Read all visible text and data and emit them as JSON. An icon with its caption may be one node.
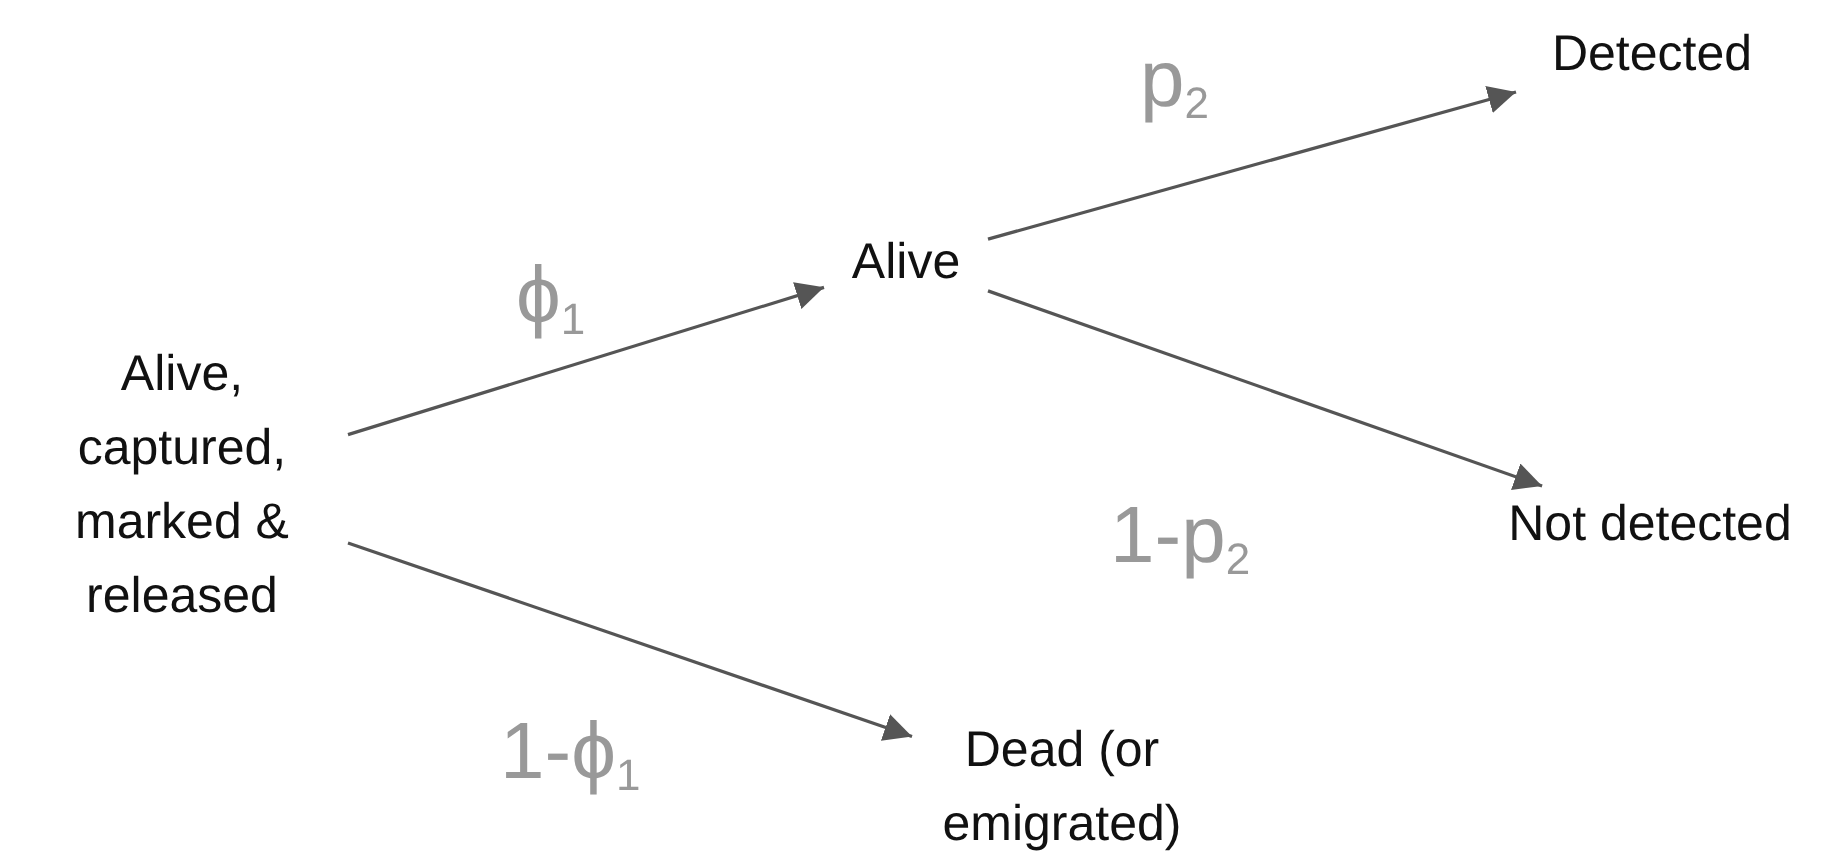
{
  "diagram": {
    "nodes": [
      {
        "text": [
          "Alive, captured, marked & released"
        ]
      },
      {
        "text": [
          "Alive"
        ]
      },
      {
        "text": [
          "Detected"
        ]
      },
      {
        "text": [
          "Not detected"
        ]
      },
      {
        "text": [
          "Dead (or emigrated)"
        ]
      }
    ],
    "edges": [
      {
        "from": 0,
        "to": 1,
        "arrow": "to",
        "label": "ϕ$_{1}$"
      },
      {
        "from": 1,
        "to": 2,
        "arrow": "to",
        "label": "p$_{2}$"
      },
      {
        "from": 1,
        "to": 3,
        "arrow": "to",
        "label": "1-p$_{2}$"
      },
      {
        "from": 0,
        "to": 4,
        "arrow": "to",
        "label": "1-ϕ$_{1}$"
      }
    ]
  }
}
